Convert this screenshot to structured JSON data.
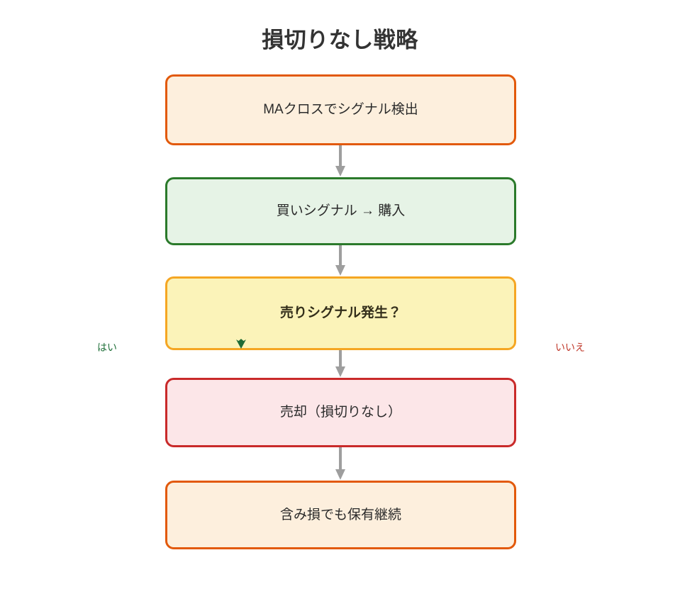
{
  "diagram": {
    "title": "損切りなし戦略",
    "type": "flowchart",
    "orientation": "top-to-bottom",
    "nodes": [
      {
        "id": "n1",
        "label": "MAクロスでシグナル検出",
        "shape": "rounded-rectangle",
        "fill": "#FDEFDD",
        "border": "#E2590B",
        "text_color": "#2b2b2b",
        "bold": false
      },
      {
        "id": "n2",
        "label": "買いシグナル → 購入",
        "shape": "rounded-rectangle",
        "fill": "#E6F3E6",
        "border": "#2B7A2B",
        "text_color": "#2b2b2b",
        "bold": false
      },
      {
        "id": "n3",
        "label": "売りシグナル発生？",
        "shape": "rounded-rectangle",
        "fill": "#FBF3B9",
        "border": "#F5A623",
        "text_color": "#332e1a",
        "bold": true,
        "role": "decision"
      },
      {
        "id": "n4",
        "label": "売却（損切りなし）",
        "shape": "rounded-rectangle",
        "fill": "#FCE6E8",
        "border": "#C92A2A",
        "text_color": "#2b2b2b",
        "bold": false
      },
      {
        "id": "n5",
        "label": "含み損でも保有継続",
        "shape": "rounded-rectangle",
        "fill": "#FDEFDD",
        "border": "#E2590B",
        "text_color": "#2b2b2b",
        "bold": false
      }
    ],
    "edges": [
      {
        "id": "e1",
        "from": "n1",
        "to": "n2",
        "label": "",
        "color": "#9e9e9e"
      },
      {
        "id": "e2",
        "from": "n2",
        "to": "n3",
        "label": "",
        "color": "#9e9e9e"
      },
      {
        "id": "e3",
        "from": "n3",
        "to": "n4",
        "label": "",
        "color": "#9e9e9e"
      },
      {
        "id": "e4",
        "from": "n4",
        "to": "n5",
        "label": "",
        "color": "#9e9e9e"
      }
    ],
    "branch_labels": {
      "yes": "はい",
      "yes_color": "#20703A",
      "no": "いいえ",
      "no_color": "#C0392B"
    },
    "colors": {
      "background": "#FFFFFF",
      "title": "#333333",
      "connector": "#9e9e9e"
    }
  }
}
